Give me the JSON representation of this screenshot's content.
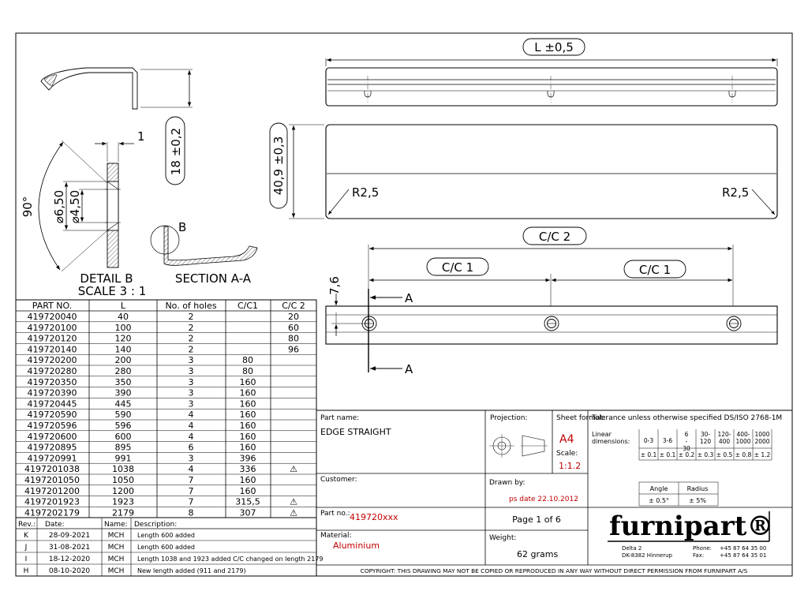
{
  "dims": {
    "length": "L ±0,5",
    "height": "40,9 ±0,3",
    "depth": "18 ±0,2",
    "radius": "R2,5",
    "cc2": "C/C 2",
    "cc1": "C/C 1",
    "offset": "7,6",
    "section_mark": "A",
    "detail_mark": "B",
    "wall": "1",
    "angle": "90°",
    "dia_outer": "⌀6,50",
    "dia_inner": "⌀4,50"
  },
  "views": {
    "detail_title": "DETAIL B",
    "detail_scale": "SCALE 3 : 1",
    "section_title": "SECTION A-A"
  },
  "parts_table": {
    "headers": [
      "PART NO.",
      "L",
      "No. of holes",
      "C/C1",
      "C/C 2"
    ],
    "rows": [
      [
        "419720040",
        "40",
        "2",
        "",
        "20"
      ],
      [
        "419720100",
        "100",
        "2",
        "",
        "60"
      ],
      [
        "419720120",
        "120",
        "2",
        "",
        "80"
      ],
      [
        "419720140",
        "140",
        "2",
        "",
        "96"
      ],
      [
        "419720200",
        "200",
        "3",
        "80",
        ""
      ],
      [
        "419720280",
        "280",
        "3",
        "80",
        ""
      ],
      [
        "419720350",
        "350",
        "3",
        "160",
        ""
      ],
      [
        "419720390",
        "390",
        "3",
        "160",
        ""
      ],
      [
        "419720445",
        "445",
        "3",
        "160",
        ""
      ],
      [
        "419720590",
        "590",
        "4",
        "160",
        ""
      ],
      [
        "419720596",
        "596",
        "4",
        "160",
        ""
      ],
      [
        "419720600",
        "600",
        "4",
        "160",
        ""
      ],
      [
        "419720895",
        "895",
        "6",
        "160",
        ""
      ],
      [
        "419720991",
        "991",
        "3",
        "396",
        ""
      ],
      [
        "4197201038",
        "1038",
        "4",
        "336",
        "⚠"
      ],
      [
        "4197201050",
        "1050",
        "7",
        "160",
        ""
      ],
      [
        "4197201200",
        "1200",
        "7",
        "160",
        ""
      ],
      [
        "4197201923",
        "1923",
        "7",
        "315,5",
        "⚠"
      ],
      [
        "4197202179",
        "2179",
        "8",
        "307",
        "⚠"
      ]
    ]
  },
  "revisions": {
    "headers": [
      "Rev.:",
      "Date:",
      "Name:",
      "Description:"
    ],
    "rows": [
      [
        "K",
        "28-09-2021",
        "MCH",
        "Length 600 added"
      ],
      [
        "J",
        "31-08-2021",
        "MCH",
        "Length 600 added"
      ],
      [
        "I",
        "18-12-2020",
        "MCH",
        "Length 1038 and 1923 added C/C changed on length 2179"
      ],
      [
        "H",
        "08-10-2020",
        "MCH",
        "New length added (911 and 2179)"
      ]
    ]
  },
  "title_block": {
    "part_name_label": "Part name:",
    "part_name": "EDGE STRAIGHT",
    "projection_label": "Projection:",
    "sheet_format_label": "Sheet format:",
    "sheet_format": "A4",
    "scale_label": "Scale:",
    "scale": "1:1.2",
    "customer_label": "Customer:",
    "drawn_by_label": "Drawn by:",
    "drawn_by": "ps date 22.10.2012",
    "part_no_label": "Part no.:",
    "part_no": "419720xxx",
    "page": "Page 1 of 6",
    "material_label": "Material:",
    "material": "Aluminium",
    "weight_label": "Weight:",
    "weight": "62 grams",
    "tolerance_title": "Tolerance unless otherwise specified DS/ISO 2768-1M",
    "linear_label": "Linear dimensions:",
    "linear_ranges": [
      "0-3",
      "3-6",
      "6 - 30",
      "30- 120",
      "120- 400",
      "400- 1000",
      "1000 2000"
    ],
    "linear_values": [
      "± 0.1",
      "± 0.1",
      "± 0.2",
      "± 0.3",
      "± 0.5",
      "± 0.8",
      "± 1.2"
    ],
    "angle_label": "Angle",
    "radius_label": "Radius",
    "angle_value": "± 0.5°",
    "radius_value": "± 5%",
    "brand": "furnipart®",
    "address1": "Delta 2",
    "address2": "DK-8382 Hinnerup",
    "phone_label": "Phone:",
    "phone": "+45 87 64 35 00",
    "fax_label": "Fax:",
    "fax": "+45 87 64 35 01",
    "copyright": "COPYRIGHT: THIS DRAWING MAY NOT BE COPIED OR REPRODUCED IN ANY WAY WITHOUT DIRECT PERMISSION FROM FURNIPART A/S"
  }
}
